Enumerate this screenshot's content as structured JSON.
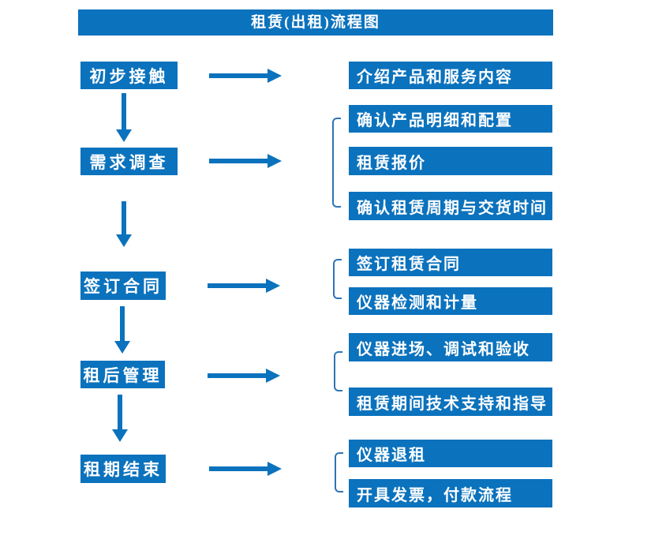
{
  "title": "租赁(出租)流程图",
  "colors": {
    "primary": "#0b72bd",
    "bracket": "#2e74b5",
    "text_on_blue": "#ffffff",
    "background": "#ffffff"
  },
  "steps": [
    {
      "label": "初步接触",
      "details": [
        "介绍产品和服务内容"
      ]
    },
    {
      "label": "需求调查",
      "details": [
        "确认产品明细和配置",
        "租赁报价",
        "确认租赁周期与交货时间"
      ]
    },
    {
      "label": "签订合同",
      "details": [
        "签订租赁合同",
        "仪器检测和计量"
      ]
    },
    {
      "label": "租后管理",
      "details": [
        "仪器进场、调试和验收",
        "租赁期间技术支持和指导"
      ]
    },
    {
      "label": "租期结束",
      "details": [
        "仪器退租",
        "开具发票，付款流程"
      ]
    }
  ]
}
